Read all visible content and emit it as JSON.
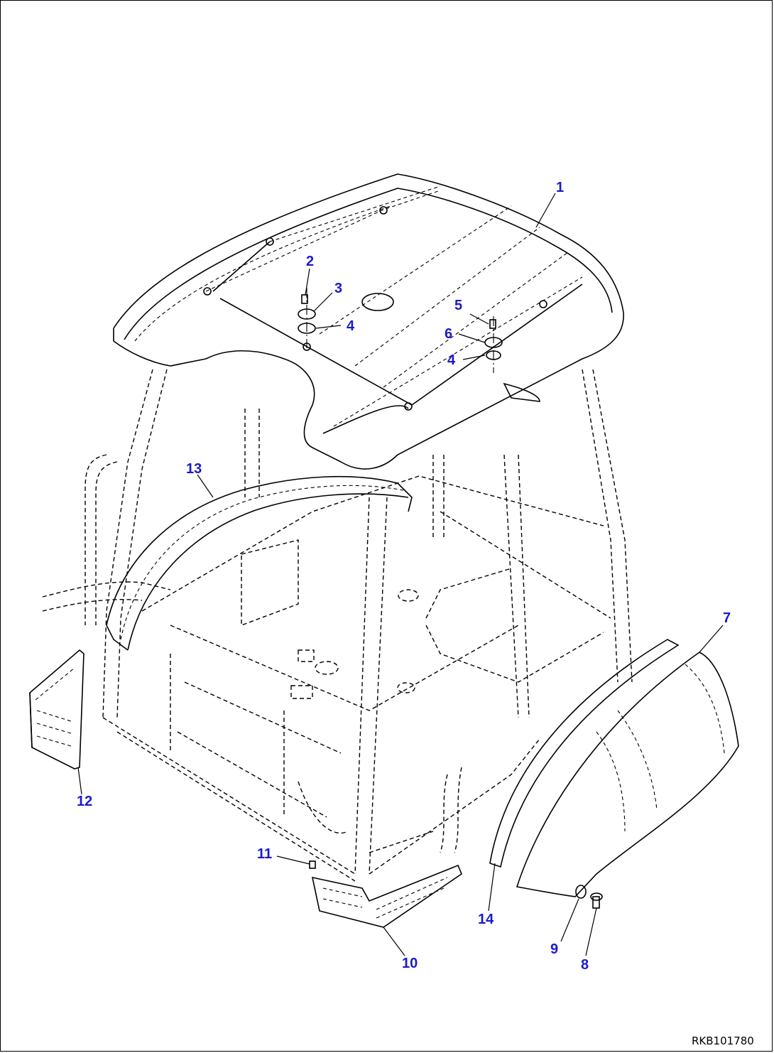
{
  "callouts": [
    {
      "id": "callout-1",
      "label": "1"
    },
    {
      "id": "callout-2",
      "label": "2"
    },
    {
      "id": "callout-3",
      "label": "3"
    },
    {
      "id": "callout-4a",
      "label": "4"
    },
    {
      "id": "callout-5",
      "label": "5"
    },
    {
      "id": "callout-6",
      "label": "6"
    },
    {
      "id": "callout-4b",
      "label": "4"
    },
    {
      "id": "callout-7",
      "label": "7"
    },
    {
      "id": "callout-8",
      "label": "8"
    },
    {
      "id": "callout-9",
      "label": "9"
    },
    {
      "id": "callout-10",
      "label": "10"
    },
    {
      "id": "callout-11",
      "label": "11"
    },
    {
      "id": "callout-12",
      "label": "12"
    },
    {
      "id": "callout-13",
      "label": "13"
    },
    {
      "id": "callout-14",
      "label": "14"
    }
  ],
  "drawing_code": "RKB101780",
  "colors": {
    "callout": "#1a1acc",
    "line": "#000000",
    "background": "#ffffff"
  }
}
